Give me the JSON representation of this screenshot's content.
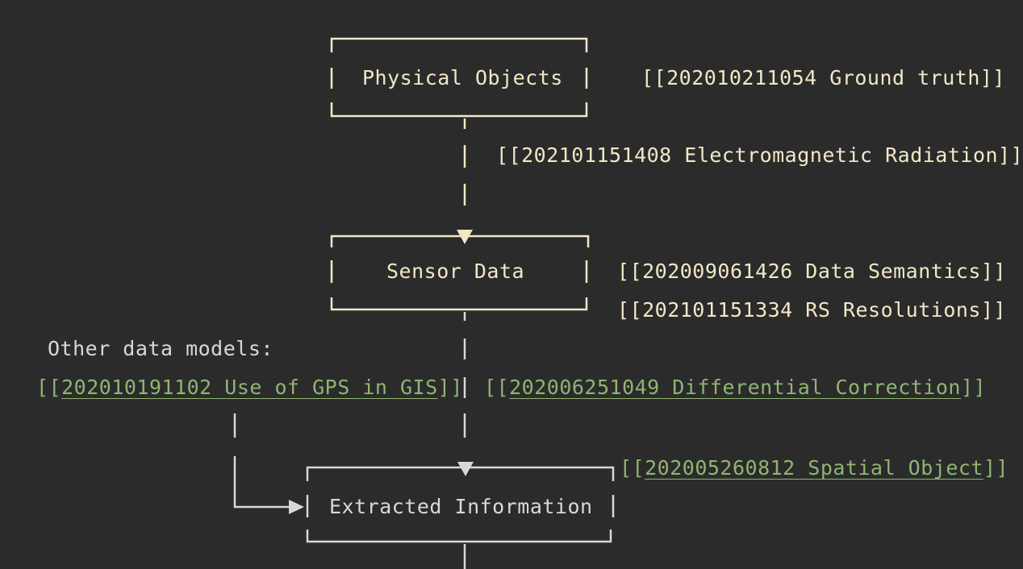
{
  "colors": {
    "background": "#2b2b2b",
    "box_primary": "#f2e8c6",
    "box_secondary": "#d8d8d8",
    "link": "#8fb573"
  },
  "nodes": {
    "physical_objects": "Physical Objects",
    "sensor_data": "Sensor Data",
    "extracted_information": "Extracted Information"
  },
  "side_label": "Other data models:",
  "notes": {
    "ground_truth": "[[202010211054 Ground truth]]",
    "electromagnetic_radiation": "[[202101151408 Electromagnetic Radiation]]",
    "data_semantics": "[[202009061426 Data Semantics]]",
    "rs_resolutions": "[[202101151334 RS Resolutions]]"
  },
  "links": {
    "gps": {
      "open": "[[",
      "text": "202010191102 Use of GPS in GIS",
      "close": "]]"
    },
    "differential": {
      "open": "[[",
      "text": "202006251049 Differential Correction",
      "close": "]]"
    },
    "spatial_object": {
      "open": "[[",
      "text": "202005260812 Spatial Object",
      "close": "]]"
    }
  }
}
